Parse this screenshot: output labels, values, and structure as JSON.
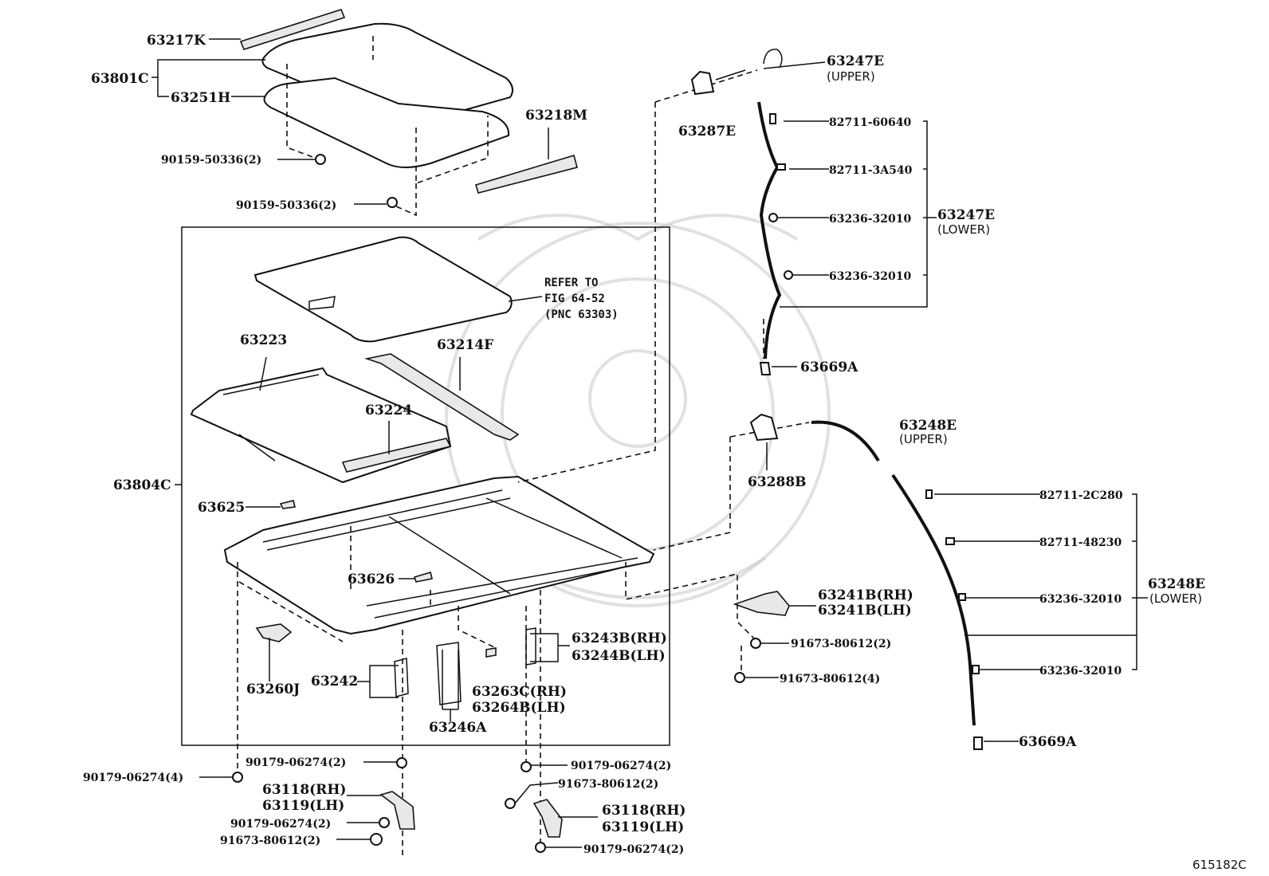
{
  "figure_id": "615182C",
  "callouts": [
    {
      "id": "c1",
      "text": "63217K"
    },
    {
      "id": "c2",
      "text": "63801C"
    },
    {
      "id": "c3",
      "text": "63251H"
    },
    {
      "id": "c4",
      "text": "63218M"
    },
    {
      "id": "c5",
      "text": "90159-50336(2)"
    },
    {
      "id": "c6",
      "text": "90159-50336(2)"
    },
    {
      "id": "c7",
      "text": "63223"
    },
    {
      "id": "c8",
      "text": "63214F"
    },
    {
      "id": "c9",
      "text": "63224"
    },
    {
      "id": "c10",
      "text": "63804C"
    },
    {
      "id": "c11",
      "text": "63625"
    },
    {
      "id": "c12",
      "text": "63626"
    },
    {
      "id": "c13",
      "text": "63260J"
    },
    {
      "id": "c14",
      "text": "63242"
    },
    {
      "id": "c15",
      "text": "63263C(RH)"
    },
    {
      "id": "c16",
      "text": "63264B(LH)"
    },
    {
      "id": "c17",
      "text": "63246A"
    },
    {
      "id": "c18",
      "text": "63243B(RH)"
    },
    {
      "id": "c19",
      "text": "63244B(LH)"
    },
    {
      "id": "c20",
      "text": "90179-06274(4)"
    },
    {
      "id": "c21",
      "text": "90179-06274(2)"
    },
    {
      "id": "c22",
      "text": "63118(RH)"
    },
    {
      "id": "c23",
      "text": "63119(LH)"
    },
    {
      "id": "c24",
      "text": "90179-06274(2)"
    },
    {
      "id": "c25",
      "text": "91673-80612(2)"
    },
    {
      "id": "c26",
      "text": "90179-06274(2)"
    },
    {
      "id": "c27",
      "text": "91673-80612(2)"
    },
    {
      "id": "c28",
      "text": "63118(RH)"
    },
    {
      "id": "c29",
      "text": "63119(LH)"
    },
    {
      "id": "c30",
      "text": "90179-06274(2)"
    },
    {
      "id": "c31",
      "text": "63247E"
    },
    {
      "id": "c32",
      "text": "(UPPER)"
    },
    {
      "id": "c33",
      "text": "63287E"
    },
    {
      "id": "c34",
      "text": "82711-60640"
    },
    {
      "id": "c35",
      "text": "82711-3A540"
    },
    {
      "id": "c36",
      "text": "63236-32010"
    },
    {
      "id": "c37",
      "text": "63236-32010"
    },
    {
      "id": "c38",
      "text": "63247E"
    },
    {
      "id": "c39",
      "text": "(LOWER)"
    },
    {
      "id": "c40",
      "text": "63669A"
    },
    {
      "id": "c41",
      "text": "63248E"
    },
    {
      "id": "c42",
      "text": "(UPPER)"
    },
    {
      "id": "c43",
      "text": "63288B"
    },
    {
      "id": "c44",
      "text": "82711-2C280"
    },
    {
      "id": "c45",
      "text": "82711-48230"
    },
    {
      "id": "c46",
      "text": "63236-32010"
    },
    {
      "id": "c47",
      "text": "63236-32010"
    },
    {
      "id": "c48",
      "text": "63248E"
    },
    {
      "id": "c49",
      "text": "(LOWER)"
    },
    {
      "id": "c50",
      "text": "63669A"
    },
    {
      "id": "c51",
      "text": "63241B(RH)"
    },
    {
      "id": "c52",
      "text": "63241B(LH)"
    },
    {
      "id": "c53",
      "text": "91673-80612(2)"
    },
    {
      "id": "c54",
      "text": "91673-80612(4)"
    }
  ],
  "reference_note": {
    "line1": "REFER TO",
    "line2": "FIG 64-52",
    "line3": "(PNC 63303)"
  }
}
